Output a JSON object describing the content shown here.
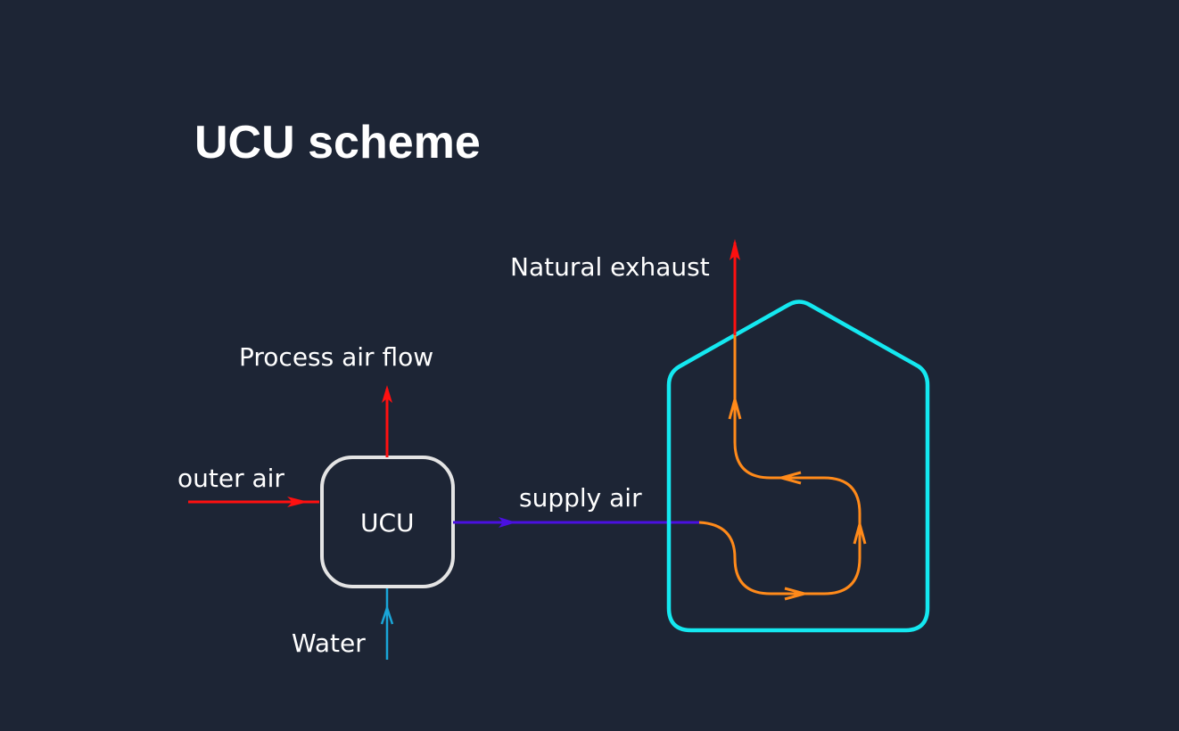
{
  "title": "UCU scheme",
  "labels": {
    "process_air_flow": "Process air flow",
    "outer_air": "outer air",
    "ucu": "UCU",
    "supply_air": "supply air",
    "water": "Water",
    "natural_exhaust": "Natural exhaust"
  },
  "colors": {
    "background": "#1d2535",
    "ucu_box": "#e4e4e4",
    "outer_air": "#ff1010",
    "process_air": "#ff1010",
    "water": "#1aa6d8",
    "supply_air": "#4a10e0",
    "house": "#14e8f0",
    "internal_flow": "#ff8a1a",
    "exhaust": "#ff1010"
  }
}
